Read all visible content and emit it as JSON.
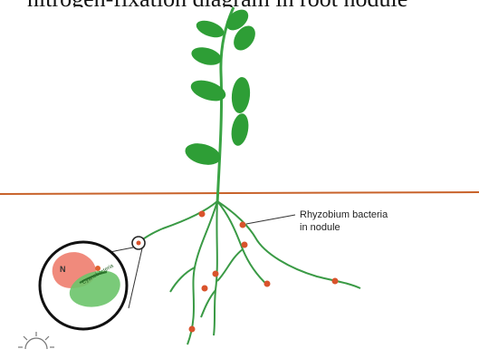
{
  "header": {
    "text": "nitrogen-fixation diagram in root nodule"
  },
  "callout": {
    "line1": "Rhyzobium bacteria",
    "line2": "in nodule"
  },
  "inset": {
    "n_label": "N",
    "bacteria_label": "Cyanobacteria"
  },
  "colors": {
    "leaf": "#2e9e36",
    "stem": "#3aa444",
    "root": "#3a9a45",
    "soil_line": "#c8622a",
    "nodule": "#d9532c",
    "inset_red": "#f08a7c",
    "inset_green": "#6cc46a"
  },
  "icons": [
    "sun-icon"
  ]
}
